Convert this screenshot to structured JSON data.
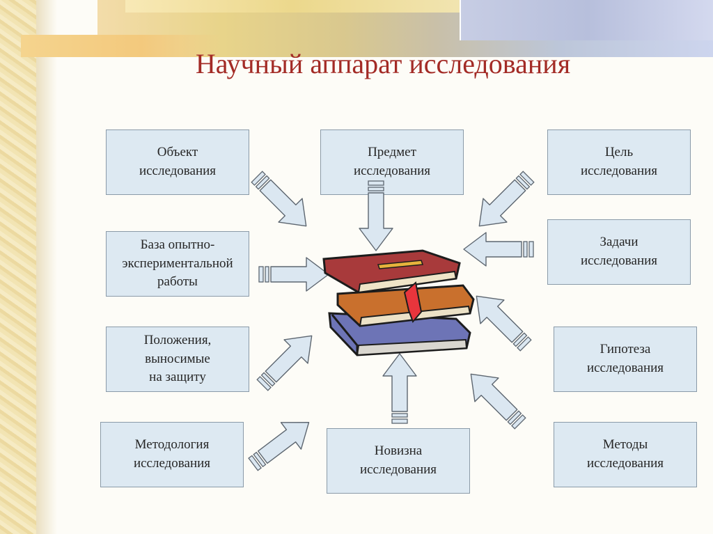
{
  "title": "Научный аппарат исследования",
  "boxes": {
    "object": "Объект\nисследования",
    "subject": "Предмет\nисследования",
    "goal": "Цель\nисследования",
    "base": "База опытно-\nэкспериментальной\nработы",
    "tasks": "Задачи\nисследования",
    "positions": "Положения,\nвыносимые\nна защиту",
    "hypothesis": "Гипотеза\nисследования",
    "methodology": "Методология\nисследования",
    "novelty": "Новизна\nисследования",
    "methods": "Методы\nисследования"
  },
  "colors": {
    "title": "#a32b26",
    "box_fill": "#dde9f2",
    "arrow_fill": "#dbe7f1"
  },
  "icons": {
    "center": "books-stack-icon"
  }
}
